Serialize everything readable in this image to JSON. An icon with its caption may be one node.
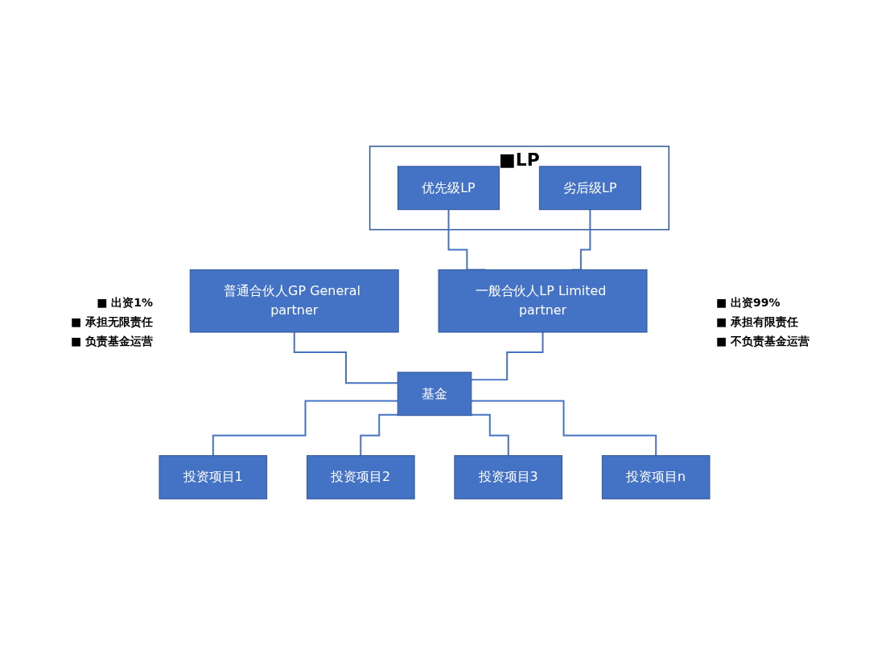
{
  "diagram": {
    "nodes": [
      {
        "text": [
          "■LP"
        ]
      },
      {
        "text": [
          "优先级LP"
        ],
        "in": 0
      },
      {
        "text": [
          "劣后级LP"
        ],
        "in": 0
      },
      {
        "text": [
          "普通合伙人GP General partner"
        ]
      },
      {
        "text": [
          "一般合伙人LP Limited partner"
        ]
      },
      {
        "text": [
          "基金"
        ]
      },
      {
        "text": [
          "投资项目1"
        ]
      },
      {
        "text": [
          "投资项目2"
        ]
      },
      {
        "text": [
          "投资项目3"
        ]
      },
      {
        "text": [
          "投资项目n"
        ]
      }
    ],
    "edges": [
      {
        "from": 1,
        "to": 4,
        "arrow": "none"
      },
      {
        "from": 2,
        "to": 4,
        "arrow": "none"
      },
      {
        "from": 3,
        "to": 5,
        "arrow": "none"
      },
      {
        "from": 4,
        "to": 5,
        "arrow": "none"
      },
      {
        "from": 5,
        "to": 6,
        "arrow": "none"
      },
      {
        "from": 5,
        "to": 7,
        "arrow": "none"
      },
      {
        "from": 5,
        "to": 8,
        "arrow": "none"
      },
      {
        "from": 5,
        "to": 9,
        "arrow": "none"
      }
    ],
    "labels": [
      "■ 出资1%",
      "■ 承担无限责任",
      "■ 负责基金运营",
      "■ 出资99%",
      "■ 承担有限责任",
      "■ 不负责基金运营"
    ]
  }
}
